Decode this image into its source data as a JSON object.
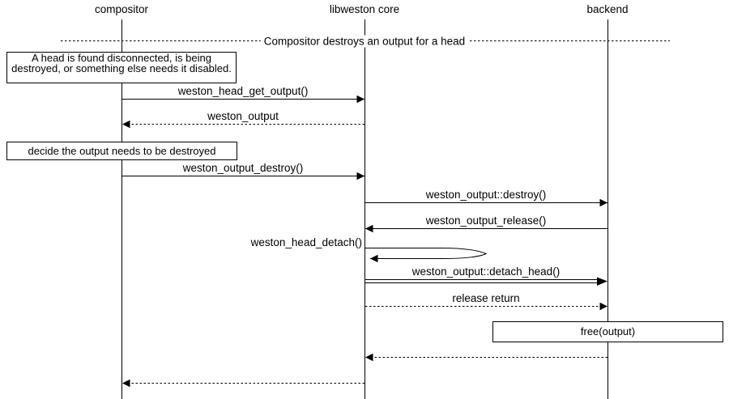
{
  "diagram": {
    "title": "Compositor destroys an output for a head",
    "colors": {
      "foreground": "#000000",
      "background": "#ffffff"
    },
    "actors": [
      {
        "name": "compositor"
      },
      {
        "name": "libweston core"
      },
      {
        "name": "backend"
      }
    ],
    "notes": [
      {
        "text": "A head is found disconnected, is being destroyed, or something else needs it disabled.",
        "over": "compositor"
      },
      {
        "text": "decide the output needs to be destroyed",
        "over": "compositor"
      },
      {
        "text": "free(output)",
        "over": "backend"
      }
    ],
    "messages": [
      {
        "label": "weston_head_get_output()",
        "from": "compositor",
        "to": "libweston core",
        "line": "solid"
      },
      {
        "label": "weston_output",
        "from": "libweston core",
        "to": "compositor",
        "line": "dotted"
      },
      {
        "label": "weston_output_destroy()",
        "from": "compositor",
        "to": "libweston core",
        "line": "solid"
      },
      {
        "label": "weston_output::destroy()",
        "from": "libweston core",
        "to": "backend",
        "line": "solid"
      },
      {
        "label": "weston_output_release()",
        "from": "backend",
        "to": "libweston core",
        "line": "solid"
      },
      {
        "label": "weston_head_detach()",
        "from": "libweston core",
        "to": "libweston core",
        "line": "self"
      },
      {
        "label": "weston_output::detach_head()",
        "from": "libweston core",
        "to": "backend",
        "line": "double"
      },
      {
        "label": "release return",
        "from": "libweston core",
        "to": "backend",
        "line": "dotted"
      },
      {
        "label": "",
        "from": "backend",
        "to": "libweston core",
        "line": "dotted"
      },
      {
        "label": "",
        "from": "libweston core",
        "to": "compositor",
        "line": "dotted"
      }
    ]
  }
}
